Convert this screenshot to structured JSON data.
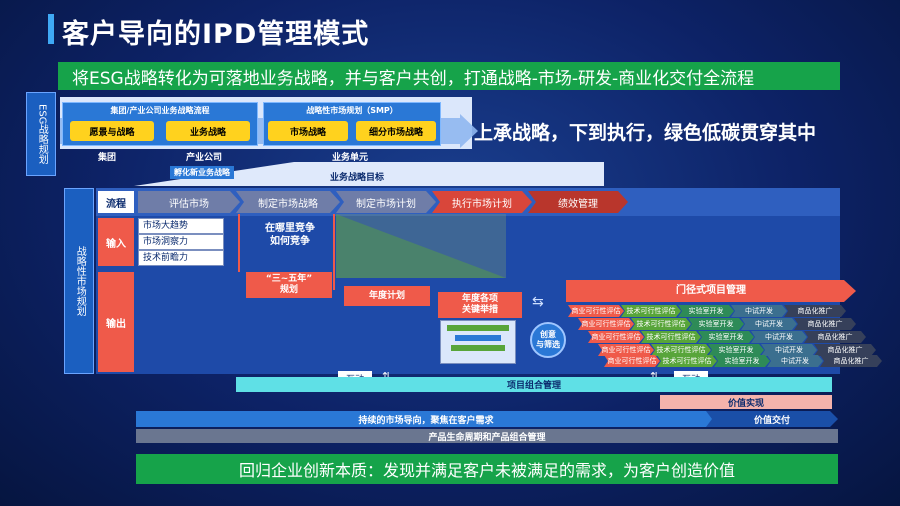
{
  "title": "客户导向的IPD管理模式",
  "top_banner": "将ESG战略转化为可落地业务战略，并与客户共创，打通战略-市场-研发-商业化交付全流程",
  "bottom_banner": "回归企业创新本质：发现并满足客户未被满足的需求，为客户创造价值",
  "esg": {
    "side_label": "ESG战略规划",
    "group_process": "集团/产业公司业务战略流程",
    "smp_process": "战略性市场规划（SMP）",
    "buttons": [
      "愿景与战略",
      "业务战略",
      "市场战略",
      "细分市场战略"
    ],
    "levels": [
      "集团",
      "产业公司",
      "业务单元"
    ],
    "incubate": "孵化新业务战略",
    "goal": "业务战略目标",
    "slogan": "上承战略，下到执行，绿色低碳贯穿其中"
  },
  "smp": {
    "side_label": "战略性市场规划",
    "row_labels": [
      "流程",
      "输入",
      "输出"
    ],
    "process": [
      "评估市场",
      "制定市场战略",
      "制定市场计划",
      "执行市场计划",
      "绩效管理"
    ],
    "inputs": [
      "市场大趋势",
      "市场洞察力",
      "技术前瞻力"
    ],
    "where_compete": "在哪里竞争\n如何竞争",
    "three_five_plan": "“三~五年”\n规划",
    "annual_plan": "年度计划",
    "key_actions": "年度各项\n关键举措",
    "creative_filter": "创意\n与筛选",
    "gate_title": "门径式项目管理",
    "stages": [
      "商业可行性评估",
      "技术可行性评估",
      "实验室开发",
      "中试开发",
      "商品化推广"
    ],
    "interaction": "互动",
    "portfolio": "项目组合管理",
    "value_realize": "价值实现",
    "market_oriented": "持续的市场导向，聚焦在客户需求",
    "value_delivery": "价值交付",
    "lifecycle": "产品生命周期和产品组合管理"
  },
  "colors": {
    "green": "#16a34a",
    "red": "#ef5a4a",
    "yellow": "#ffd21e",
    "cyan": "#5fe0e6",
    "navy": "#0d2266"
  }
}
